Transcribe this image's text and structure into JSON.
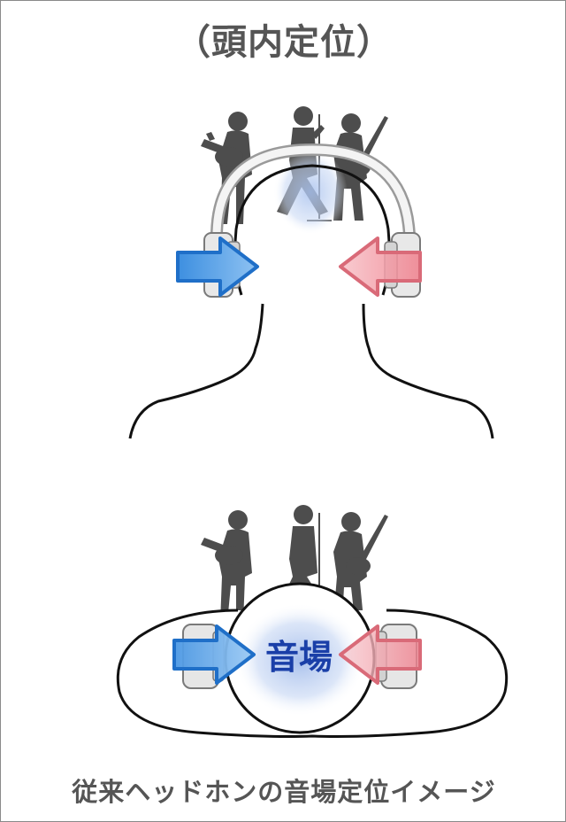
{
  "heading": "（頭内定位）",
  "soundfield_label": "音場",
  "caption": "従来ヘッドホンの音場定位イメージ",
  "colors": {
    "frame_border": "#8a8a8a",
    "text": "#555555",
    "label_text": "#1a3fa8",
    "left_arrow": "#3d8fe0",
    "left_arrow_stroke": "#1f6fc8",
    "right_arrow": "#f29aa4",
    "right_arrow_stroke": "#d96a78",
    "soundfield_glow": "#a9c2ee",
    "silhouette": "#4d4d4d"
  },
  "icons": {
    "performers": [
      "guitarist-silhouette",
      "singer-silhouette",
      "bassist-silhouette"
    ],
    "arrows": [
      "blue-arrow-right",
      "pink-arrow-left"
    ]
  }
}
